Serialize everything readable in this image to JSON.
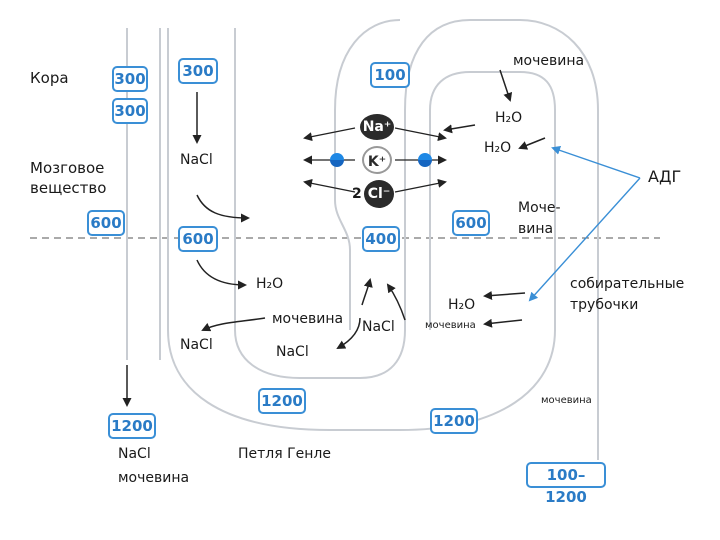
{
  "zones": {
    "cortex": "Кора",
    "medulla_line1": "Мозговое",
    "medulla_line2": "вещество"
  },
  "osmolarity": {
    "cortex_left_1": "300",
    "cortex_left_2": "300",
    "descending_top": "300",
    "ascending_top": "100",
    "medulla_left": "600",
    "descending_mid": "600",
    "ascending_mid": "400",
    "collecting_mid": "600",
    "loop_bottom": "1200",
    "left_bottom": "1200",
    "collecting_bottom": "1200",
    "collecting_range": "100–1200"
  },
  "substances": {
    "urea_top": "мочевина",
    "h2o_top_1": "H₂O",
    "h2o_top_2": "H₂O",
    "nacl_descending": "NaCl",
    "h2o_medulla": "H₂O",
    "urea_medulla": "мочевина",
    "nacl_medulla_1": "NaCl",
    "nacl_medulla_2": "NaCl",
    "nacl_loop": "NaCl",
    "h2o_collecting": "H₂O",
    "urea_collecting_small": "мочевина",
    "urea_collecting_low": "мочевина",
    "urea_split_1": "Моче-",
    "urea_split_2": "вина",
    "nacl_bottom": "NaCl",
    "urea_bottom": "мочевина"
  },
  "ions": {
    "sodium": "Na⁺",
    "potassium": "K⁺",
    "chloride_coeff": "2",
    "chloride": "Cl⁻"
  },
  "labels": {
    "adh": "АДГ",
    "collecting_line1": "собирательные",
    "collecting_line2": "трубочки",
    "loop_of_henle": "Петля Генле"
  },
  "colors": {
    "tubule": "#c8ccd2",
    "accent": "#3a8fd6",
    "arrow": "#222222",
    "ion": "#2b2b2b"
  }
}
